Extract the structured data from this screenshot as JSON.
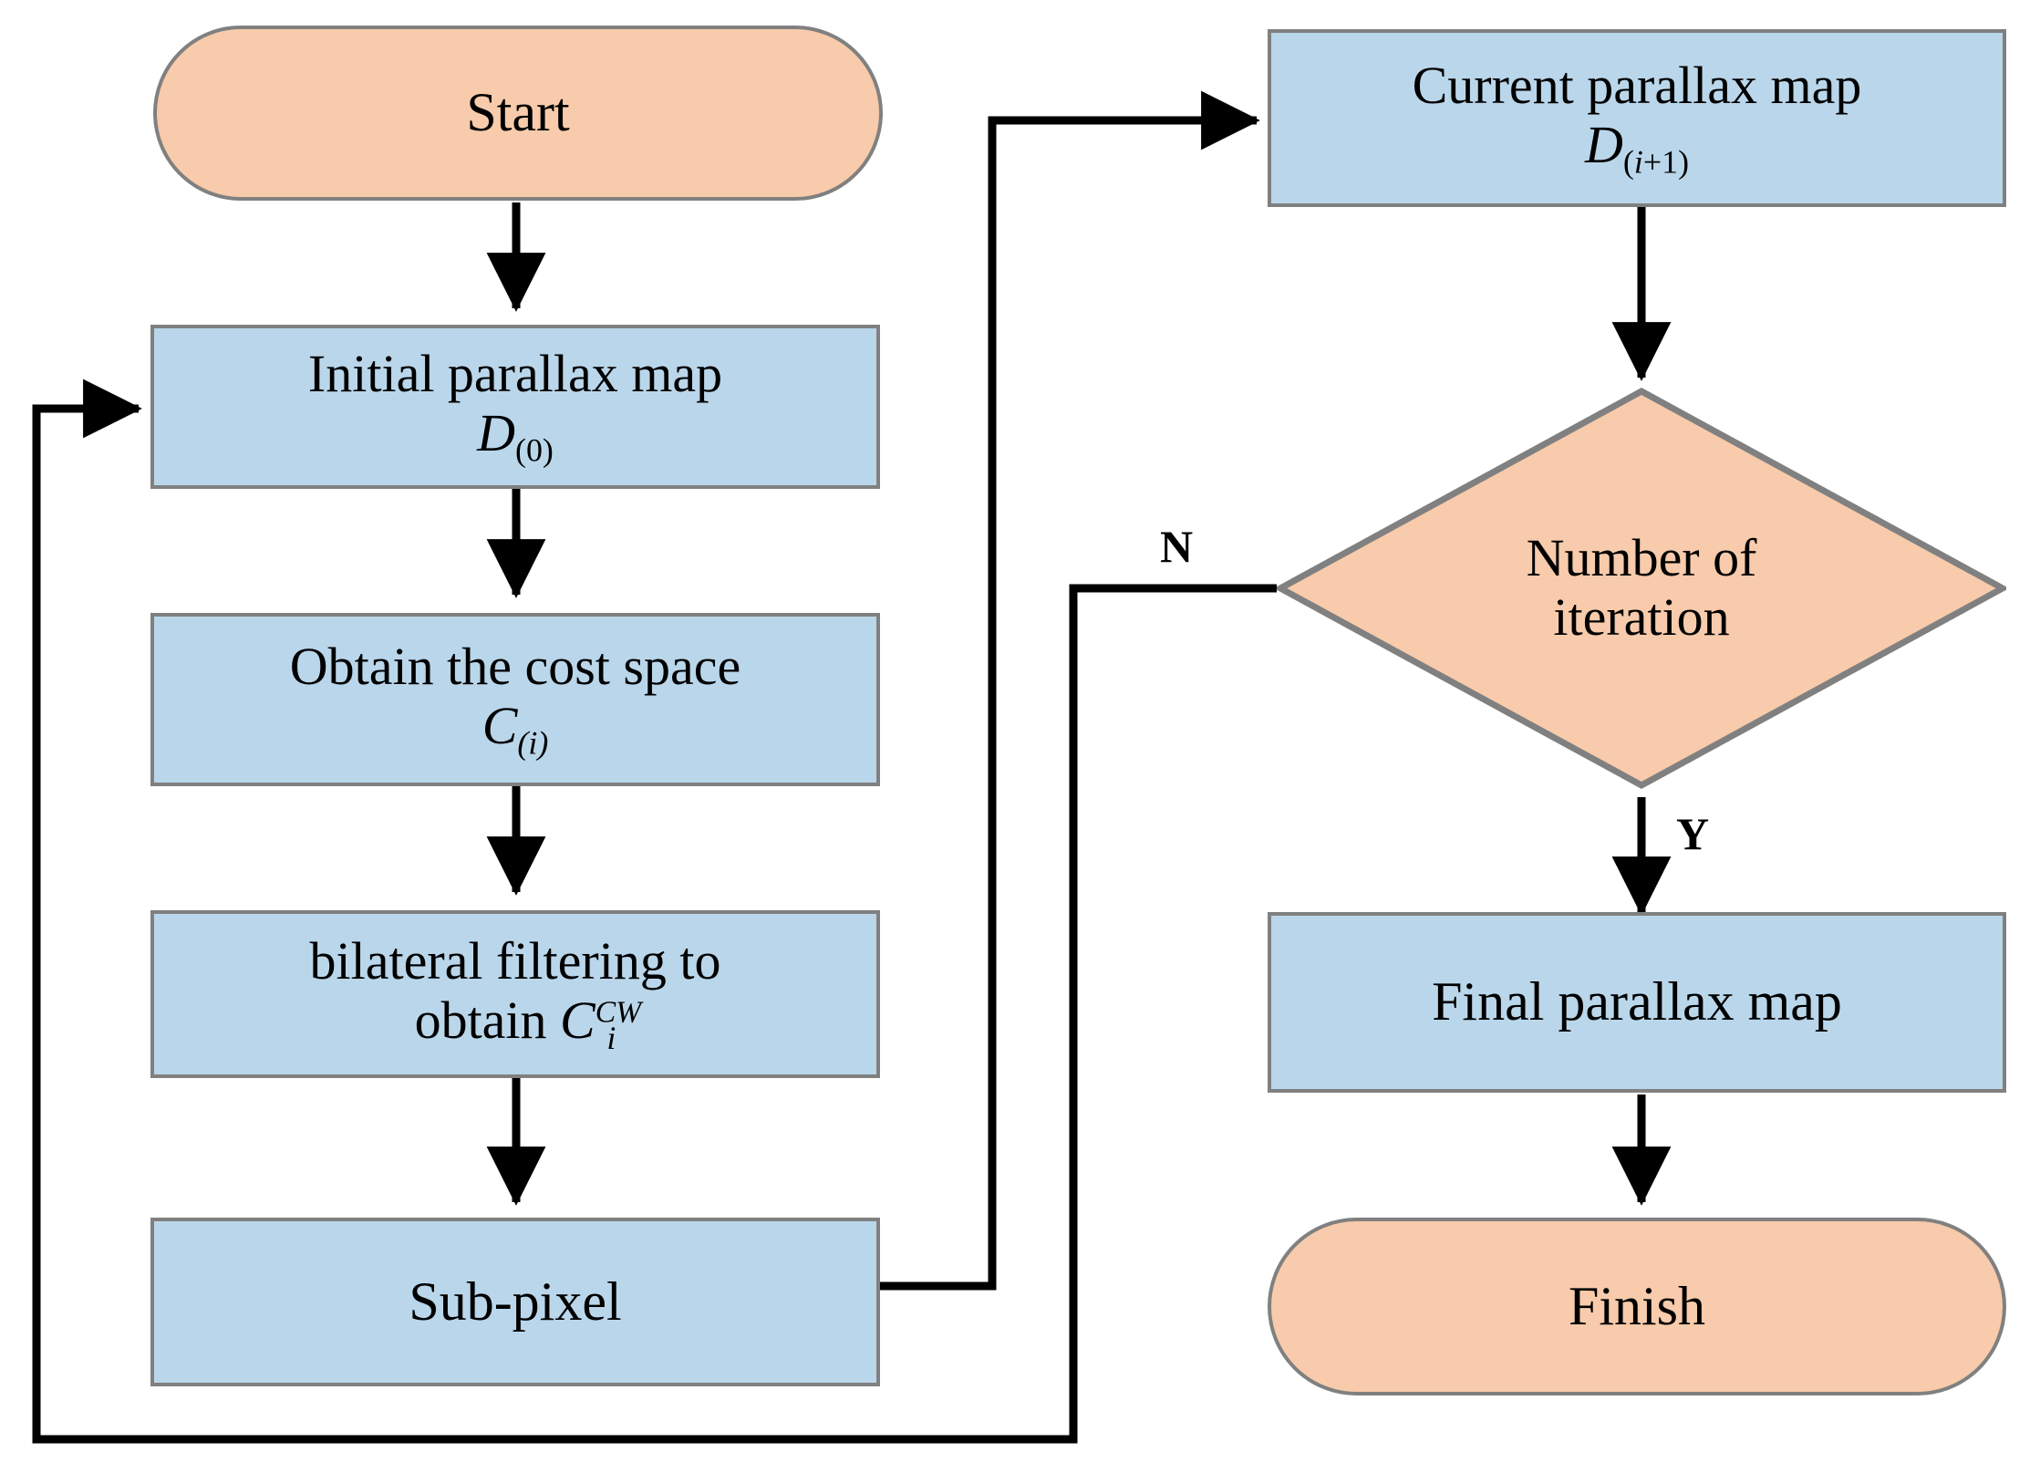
{
  "diagram": {
    "title": "Iterative parallax map refinement flowchart",
    "colors": {
      "terminator_fill": "#f7cbab",
      "process_fill": "#bad6ea",
      "node_border": "#808080",
      "edge_stroke": "#000000",
      "background": "#ffffff"
    },
    "nodes": {
      "start": {
        "label": "Start",
        "shape": "terminator"
      },
      "initial_parallax": {
        "line1": "Initial parallax map",
        "var": "D",
        "subscript": "(0)",
        "shape": "process"
      },
      "cost_space": {
        "line1": "Obtain the cost space",
        "var": "C",
        "subscript": "(i)",
        "shape": "process"
      },
      "bilateral": {
        "line1": "bilateral filtering to",
        "line2_prefix": "obtain ",
        "var": "C",
        "superscript": "CW",
        "subscript": "i",
        "shape": "process"
      },
      "subpixel": {
        "label": "Sub-pixel",
        "shape": "process"
      },
      "current_parallax": {
        "line1": "Current parallax map",
        "var": "D",
        "subscript": "(i+1)",
        "shape": "process"
      },
      "decision": {
        "line1": "Number of",
        "line2": "iteration",
        "shape": "decision"
      },
      "final_parallax": {
        "label": "Final parallax map",
        "shape": "process"
      },
      "finish": {
        "label": "Finish",
        "shape": "terminator"
      }
    },
    "branch_labels": {
      "no": "N",
      "yes": "Y"
    },
    "edges": [
      {
        "from": "start",
        "to": "initial_parallax",
        "label": ""
      },
      {
        "from": "initial_parallax",
        "to": "cost_space",
        "label": ""
      },
      {
        "from": "cost_space",
        "to": "bilateral",
        "label": ""
      },
      {
        "from": "bilateral",
        "to": "subpixel",
        "label": ""
      },
      {
        "from": "subpixel",
        "to": "current_parallax",
        "label": ""
      },
      {
        "from": "current_parallax",
        "to": "decision",
        "label": ""
      },
      {
        "from": "decision",
        "to": "initial_parallax",
        "label": "N"
      },
      {
        "from": "decision",
        "to": "final_parallax",
        "label": "Y"
      },
      {
        "from": "final_parallax",
        "to": "finish",
        "label": ""
      }
    ]
  }
}
